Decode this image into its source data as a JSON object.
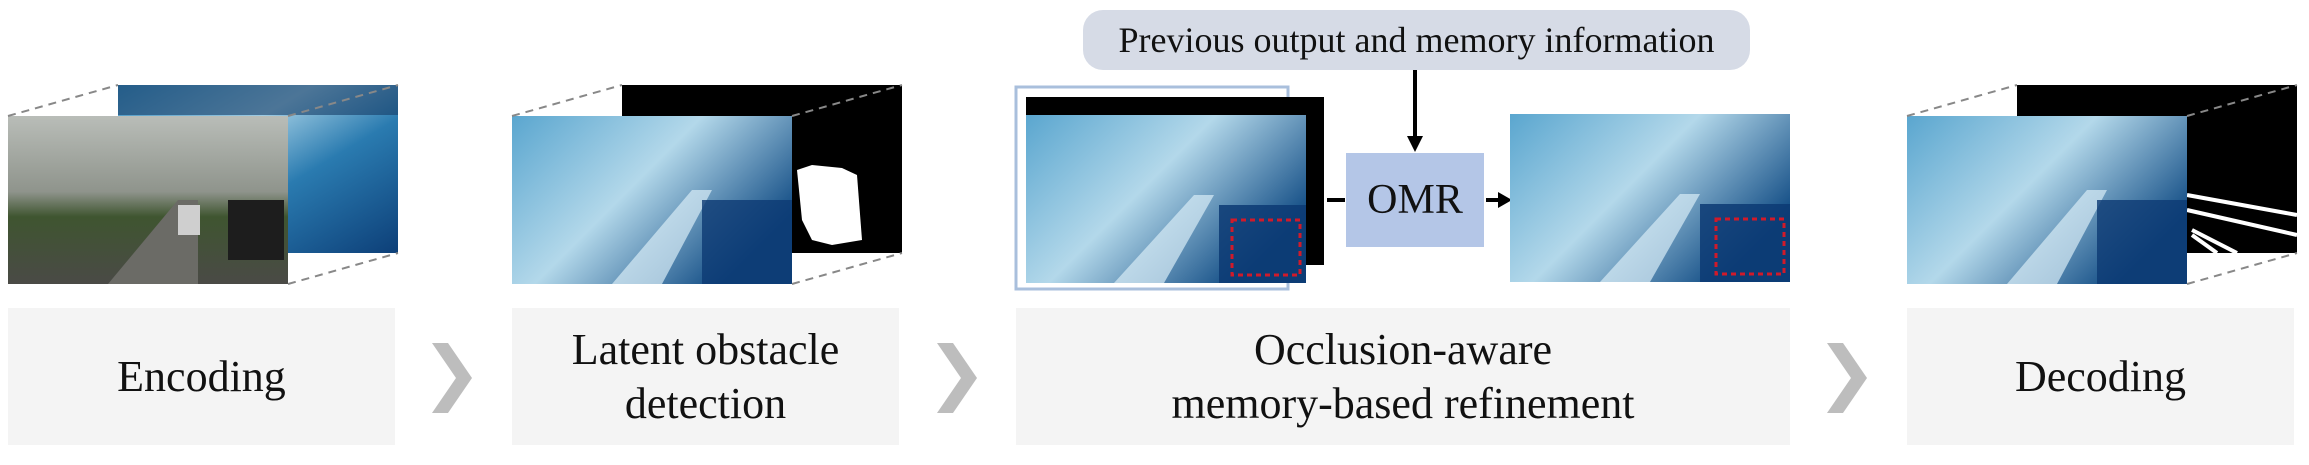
{
  "memory_label": "Previous output and memory information",
  "omr_label": "OMR",
  "stages": [
    {
      "lines": [
        "Encoding"
      ]
    },
    {
      "lines": [
        "Latent obstacle",
        "detection"
      ]
    },
    {
      "lines": [
        "Occlusion-aware",
        "memory-based refinement"
      ]
    },
    {
      "lines": [
        "Decoding"
      ]
    }
  ],
  "colors": {
    "stage_bg": "#f4f4f4",
    "omr_box": "#b4c6e7",
    "memory_pill": "#d6dbe6",
    "feature_map": "#1f6fa0",
    "occlusion_box": "#d11a2a",
    "chevron": "#bdbdbd"
  },
  "icons": [
    "chevron-right-icon",
    "arrow-down-icon",
    "arrow-right-icon"
  ]
}
